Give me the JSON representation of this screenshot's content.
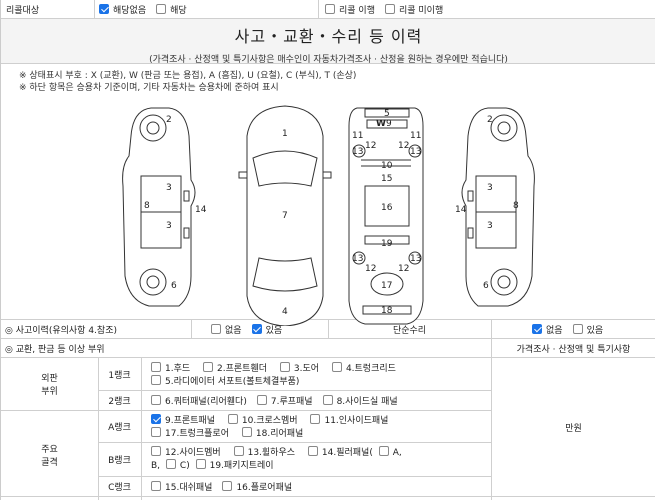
{
  "recall": {
    "label": "리콜대상",
    "opt1": "해당없음",
    "opt2": "해당",
    "opt3": "리콜 이행",
    "opt4": "리콜 미이행"
  },
  "header": {
    "title": "사고・교환・수리 등 이력",
    "subtitle": "(가격조사 · 산정액 및 특기사항은 매수인이 자동차가격조사 · 산정을 원하는 경우에만 적습니다)"
  },
  "legend": {
    "line1": "※ 상태표시 부호 : X (교환), W (판금 또는 용접), A (흠집), U (요철), C (부식), T (손상)",
    "line2": "※ 하단 항목은 승용차 기준이며, 기타 자동차는 승용차에 준하여 표시"
  },
  "diagram": {
    "labels": [
      "1",
      "2",
      "3",
      "4",
      "5",
      "6",
      "7",
      "8",
      "10",
      "11",
      "12",
      "13",
      "14",
      "15",
      "16",
      "17",
      "18",
      "19"
    ],
    "marker_w": "W"
  },
  "accident": {
    "label": "◎ 사고이력(유의사항 4.참조)",
    "no": "없음",
    "yes": "있음",
    "simple_repair": "단순수리",
    "sr_no": "없음",
    "sr_yes": "있음"
  },
  "exchange": {
    "label": "◎ 교환, 판금 등 이상 부위",
    "price_header": "가격조사 · 산정액 및 특기사항",
    "price_value": "만원"
  },
  "outer": {
    "label": "외판\n부위",
    "rank1": "1랭크",
    "rank1_items": [
      "1.후드",
      "2.프론트휀더",
      "3.도어",
      "4.트렁크리드",
      "5.라디에이터 서포트(볼트체결부품)"
    ],
    "rank2": "2랭크",
    "rank2_items": [
      "6.쿼터패널(리어휀다)",
      "7.루프패널",
      "8.사이드실 패널"
    ]
  },
  "main": {
    "label": "주요\n골격",
    "a": "A랭크",
    "a_items": [
      "9.프론트패널",
      "10.크로스멤버",
      "11.인사이드패널",
      "17.트렁크플로어",
      "18.리어패널"
    ],
    "b": "B랭크",
    "b_items": [
      "12.사이드멤버",
      "13.휠하우스",
      "14.필러패널(",
      "A,",
      "B,",
      "C)",
      "19.패키지트레이"
    ],
    "c": "C랭크",
    "c_items": [
      "15.대쉬패널",
      "16.플로어패널"
    ]
  }
}
